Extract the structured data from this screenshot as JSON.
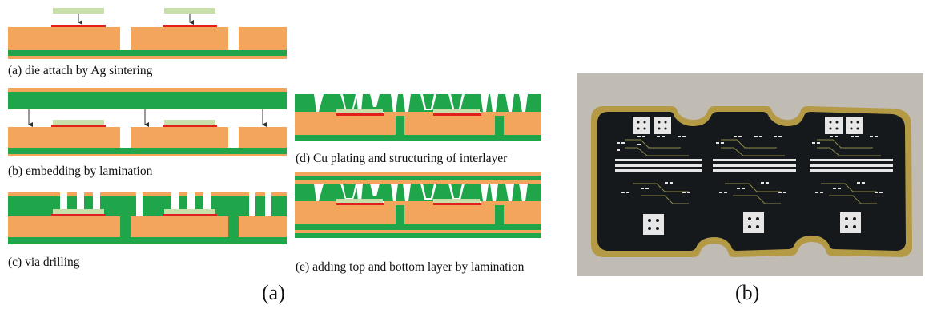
{
  "steps": {
    "a": "(a) die attach by Ag sintering",
    "b": "(b) embedding by lamination",
    "c": "(c) via drilling",
    "d": "(d) Cu plating and structuring of interlayer",
    "e": "(e) adding top and bottom layer by lamination"
  },
  "panels": {
    "left": "(a)",
    "right": "(b)"
  },
  "colors": {
    "core": "#f3a55c",
    "copper": "#1fa64b",
    "die": "#c8dfaa",
    "attach": "#e0201b",
    "board": "#15191c",
    "board_edge": "#b59a45",
    "pad": "#e6e6e6"
  }
}
